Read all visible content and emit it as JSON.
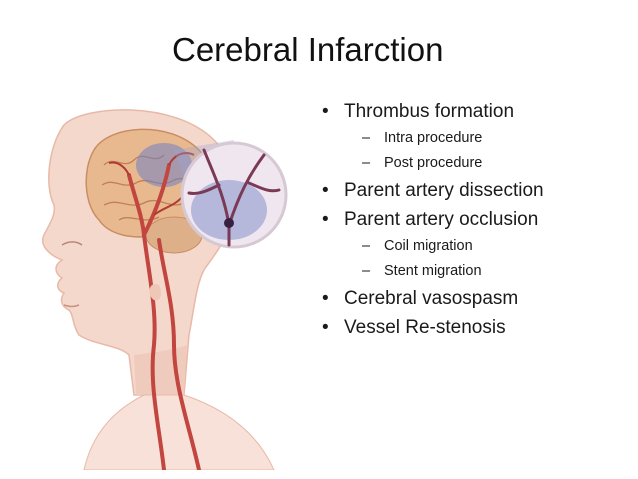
{
  "slide": {
    "title": "Cerebral Infarction",
    "bullets": [
      {
        "text": "Thrombus formation",
        "sub": [
          "Intra procedure",
          "Post procedure"
        ]
      },
      {
        "text": "Parent artery dissection",
        "sub": []
      },
      {
        "text": "Parent artery occlusion",
        "sub": [
          "Coil migration",
          "Stent migration"
        ]
      },
      {
        "text": "Cerebral vasospasm",
        "sub": []
      },
      {
        "text": "Vessel Re-stenosis",
        "sub": []
      }
    ],
    "bullet_glyph": "•",
    "sub_glyph": "–"
  },
  "illustration": {
    "icon": "head-brain-artery-illustration",
    "colors": {
      "skin": "#f5d8cc",
      "skin_shadow": "#e8b9a8",
      "brain": "#e8b98f",
      "artery": "#c2453f",
      "ischemia": "#6f7fc4",
      "zoom_circle": "#9aa6d8"
    }
  }
}
